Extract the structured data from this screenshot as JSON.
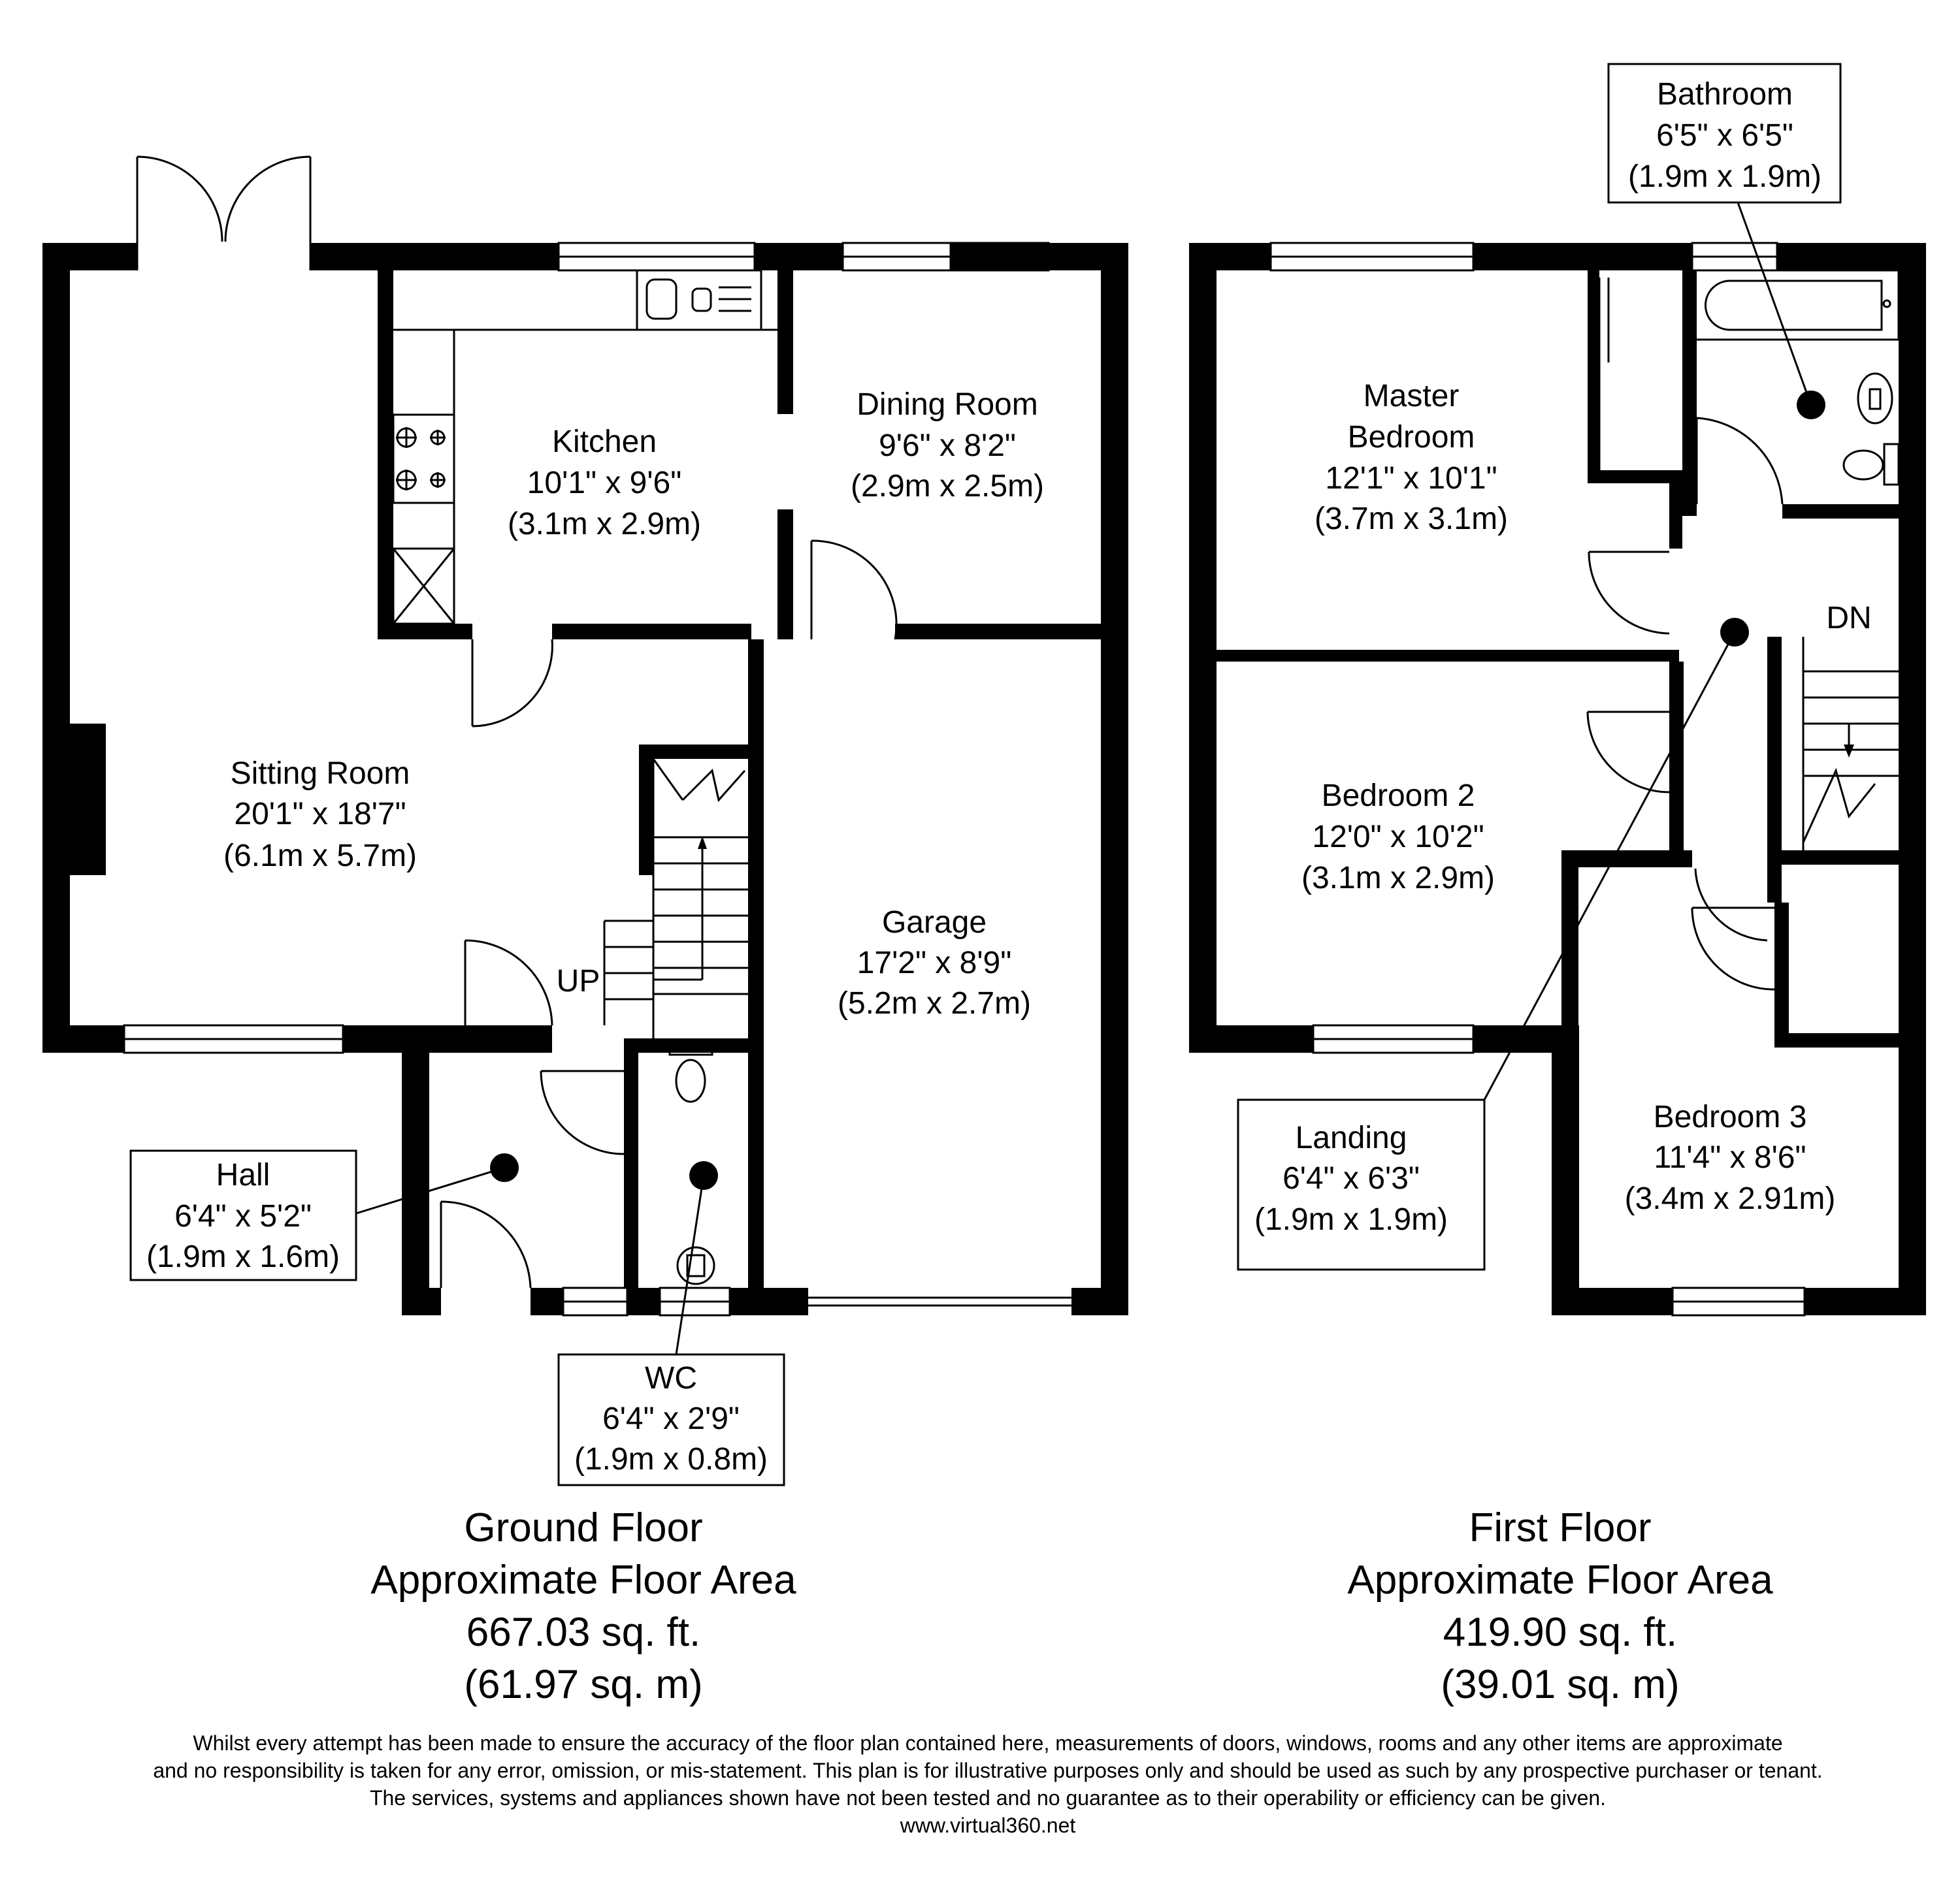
{
  "rooms": {
    "sitting_room": {
      "name": "Sitting Room",
      "imperial": "20'1\" x 18'7\"",
      "metric": "(6.1m x 5.7m)"
    },
    "kitchen": {
      "name": "Kitchen",
      "imperial": "10'1\" x 9'6\"",
      "metric": "(3.1m x 2.9m)"
    },
    "dining_room": {
      "name": "Dining Room",
      "imperial": "9'6\" x 8'2\"",
      "metric": "(2.9m x 2.5m)"
    },
    "garage": {
      "name": "Garage",
      "imperial": "17'2\" x 8'9\"",
      "metric": "(5.2m x 2.7m)"
    },
    "hall": {
      "name": "Hall",
      "imperial": "6'4\" x 5'2\"",
      "metric": "(1.9m x 1.6m)"
    },
    "wc": {
      "name": "WC",
      "imperial": "6'4\" x 2'9\"",
      "metric": "(1.9m x 0.8m)"
    },
    "master_bedroom": {
      "name_line1": "Master",
      "name_line2": "Bedroom",
      "imperial": "12'1\" x 10'1\"",
      "metric": "(3.7m x 3.1m)"
    },
    "bathroom": {
      "name": "Bathroom",
      "imperial": "6'5\" x 6'5\"",
      "metric": "(1.9m x 1.9m)"
    },
    "bedroom_2": {
      "name": "Bedroom 2",
      "imperial": "12'0\" x 10'2\"",
      "metric": "(3.1m x 2.9m)"
    },
    "bedroom_3": {
      "name": "Bedroom 3",
      "imperial": "11'4\" x 8'6\"",
      "metric": "(3.4m x 2.91m)"
    },
    "landing": {
      "name": "Landing",
      "imperial": "6'4\" x 6'3\"",
      "metric": "(1.9m x 1.9m)"
    }
  },
  "stairs": {
    "up_label": "UP",
    "down_label": "DN"
  },
  "ground_floor": {
    "title": "Ground Floor",
    "subtitle": "Approximate Floor Area",
    "area_imperial": "667.03 sq. ft.",
    "area_metric": "(61.97 sq. m)"
  },
  "first_floor": {
    "title": "First Floor",
    "subtitle": "Approximate Floor Area",
    "area_imperial": "419.90 sq. ft.",
    "area_metric": "(39.01 sq. m)"
  },
  "disclaimer": {
    "line1": "Whilst every attempt has been made to ensure the accuracy of the floor plan contained here, measurements of doors, windows, rooms and any other items are approximate",
    "line2": "and no responsibility is taken for any error, omission, or mis-statement. This plan is for illustrative purposes only and should be used as such by any prospective purchaser or tenant.",
    "line3": "The services, systems and appliances shown have not been tested and no guarantee as to their operability or efficiency can be given.",
    "website": "www.virtual360.net"
  },
  "colors": {
    "wall": "#000000",
    "background": "#ffffff"
  }
}
